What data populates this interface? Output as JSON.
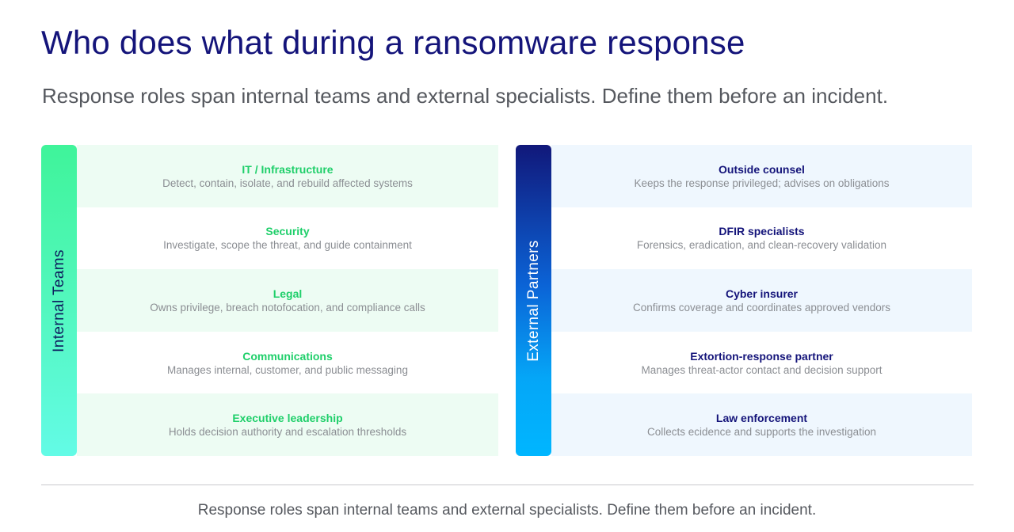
{
  "title": "Who does what during a ransomware response",
  "subtitle": "Response roles span internal teams and external specialists. Define them before an incident.",
  "internal": {
    "label": "Internal Teams",
    "rows": [
      {
        "role": "IT / Infrastructure",
        "desc": "Detect, contain, isolate, and rebuild affected systems"
      },
      {
        "role": "Security",
        "desc": "Investigate, scope the threat, and guide containment"
      },
      {
        "role": "Legal",
        "desc": "Owns privilege, breach notofocation, and compliance calls"
      },
      {
        "role": "Communications",
        "desc": "Manages internal, customer, and public messaging"
      },
      {
        "role": "Executive leadership",
        "desc": "Holds decision authority and escalation thresholds"
      }
    ]
  },
  "external": {
    "label": "External Partners",
    "rows": [
      {
        "role": "Outside counsel",
        "desc": "Keeps the response privileged; advises on obligations"
      },
      {
        "role": "DFIR specialists",
        "desc": "Forensics, eradication, and clean-recovery validation"
      },
      {
        "role": "Cyber insurer",
        "desc": "Confirms coverage and coordinates approved vendors"
      },
      {
        "role": "Extortion-response partner",
        "desc": "Manages threat-actor contact and decision support"
      },
      {
        "role": "Law enforcement",
        "desc": "Collects ecidence and supports the investigation"
      }
    ]
  },
  "footer": "Response roles span internal teams and external specialists. Define them before an incident.",
  "colors": {
    "title": "#14147a",
    "internal_accent": "#1fcf6a",
    "external_accent": "#14147a",
    "internal_row_bg": "#edfcf3",
    "external_row_bg": "#eff7fe"
  }
}
